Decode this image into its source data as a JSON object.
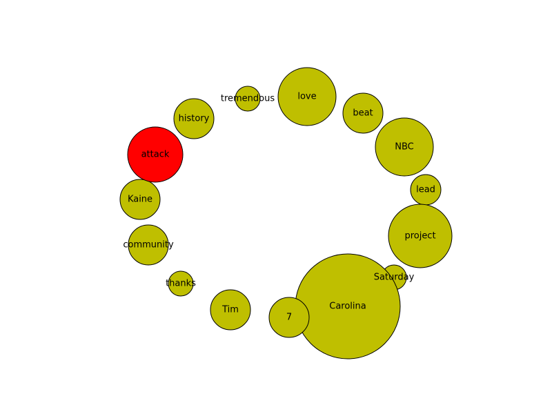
{
  "chart_data": {
    "type": "bubble",
    "title": "",
    "colors": {
      "default": "#bfbf00",
      "highlight": "#ff0000",
      "edge": "#000000"
    },
    "bubbles": [
      {
        "label": "tremendous",
        "size": 0.18,
        "highlight": false
      },
      {
        "label": "love",
        "size": 0.42,
        "highlight": false
      },
      {
        "label": "beat",
        "size": 0.29,
        "highlight": false
      },
      {
        "label": "NBC",
        "size": 0.42,
        "highlight": false
      },
      {
        "label": "lead",
        "size": 0.22,
        "highlight": false
      },
      {
        "label": "project",
        "size": 0.46,
        "highlight": false
      },
      {
        "label": "Saturday",
        "size": 0.18,
        "highlight": false
      },
      {
        "label": "Carolina",
        "size": 0.76,
        "highlight": false
      },
      {
        "label": "7",
        "size": 0.29,
        "highlight": false
      },
      {
        "label": "Tim",
        "size": 0.29,
        "highlight": false
      },
      {
        "label": "thanks",
        "size": 0.18,
        "highlight": false
      },
      {
        "label": "community",
        "size": 0.29,
        "highlight": false
      },
      {
        "label": "Kaine",
        "size": 0.29,
        "highlight": false
      },
      {
        "label": "attack",
        "size": 0.4,
        "highlight": true
      },
      {
        "label": "history",
        "size": 0.29,
        "highlight": false
      }
    ]
  }
}
